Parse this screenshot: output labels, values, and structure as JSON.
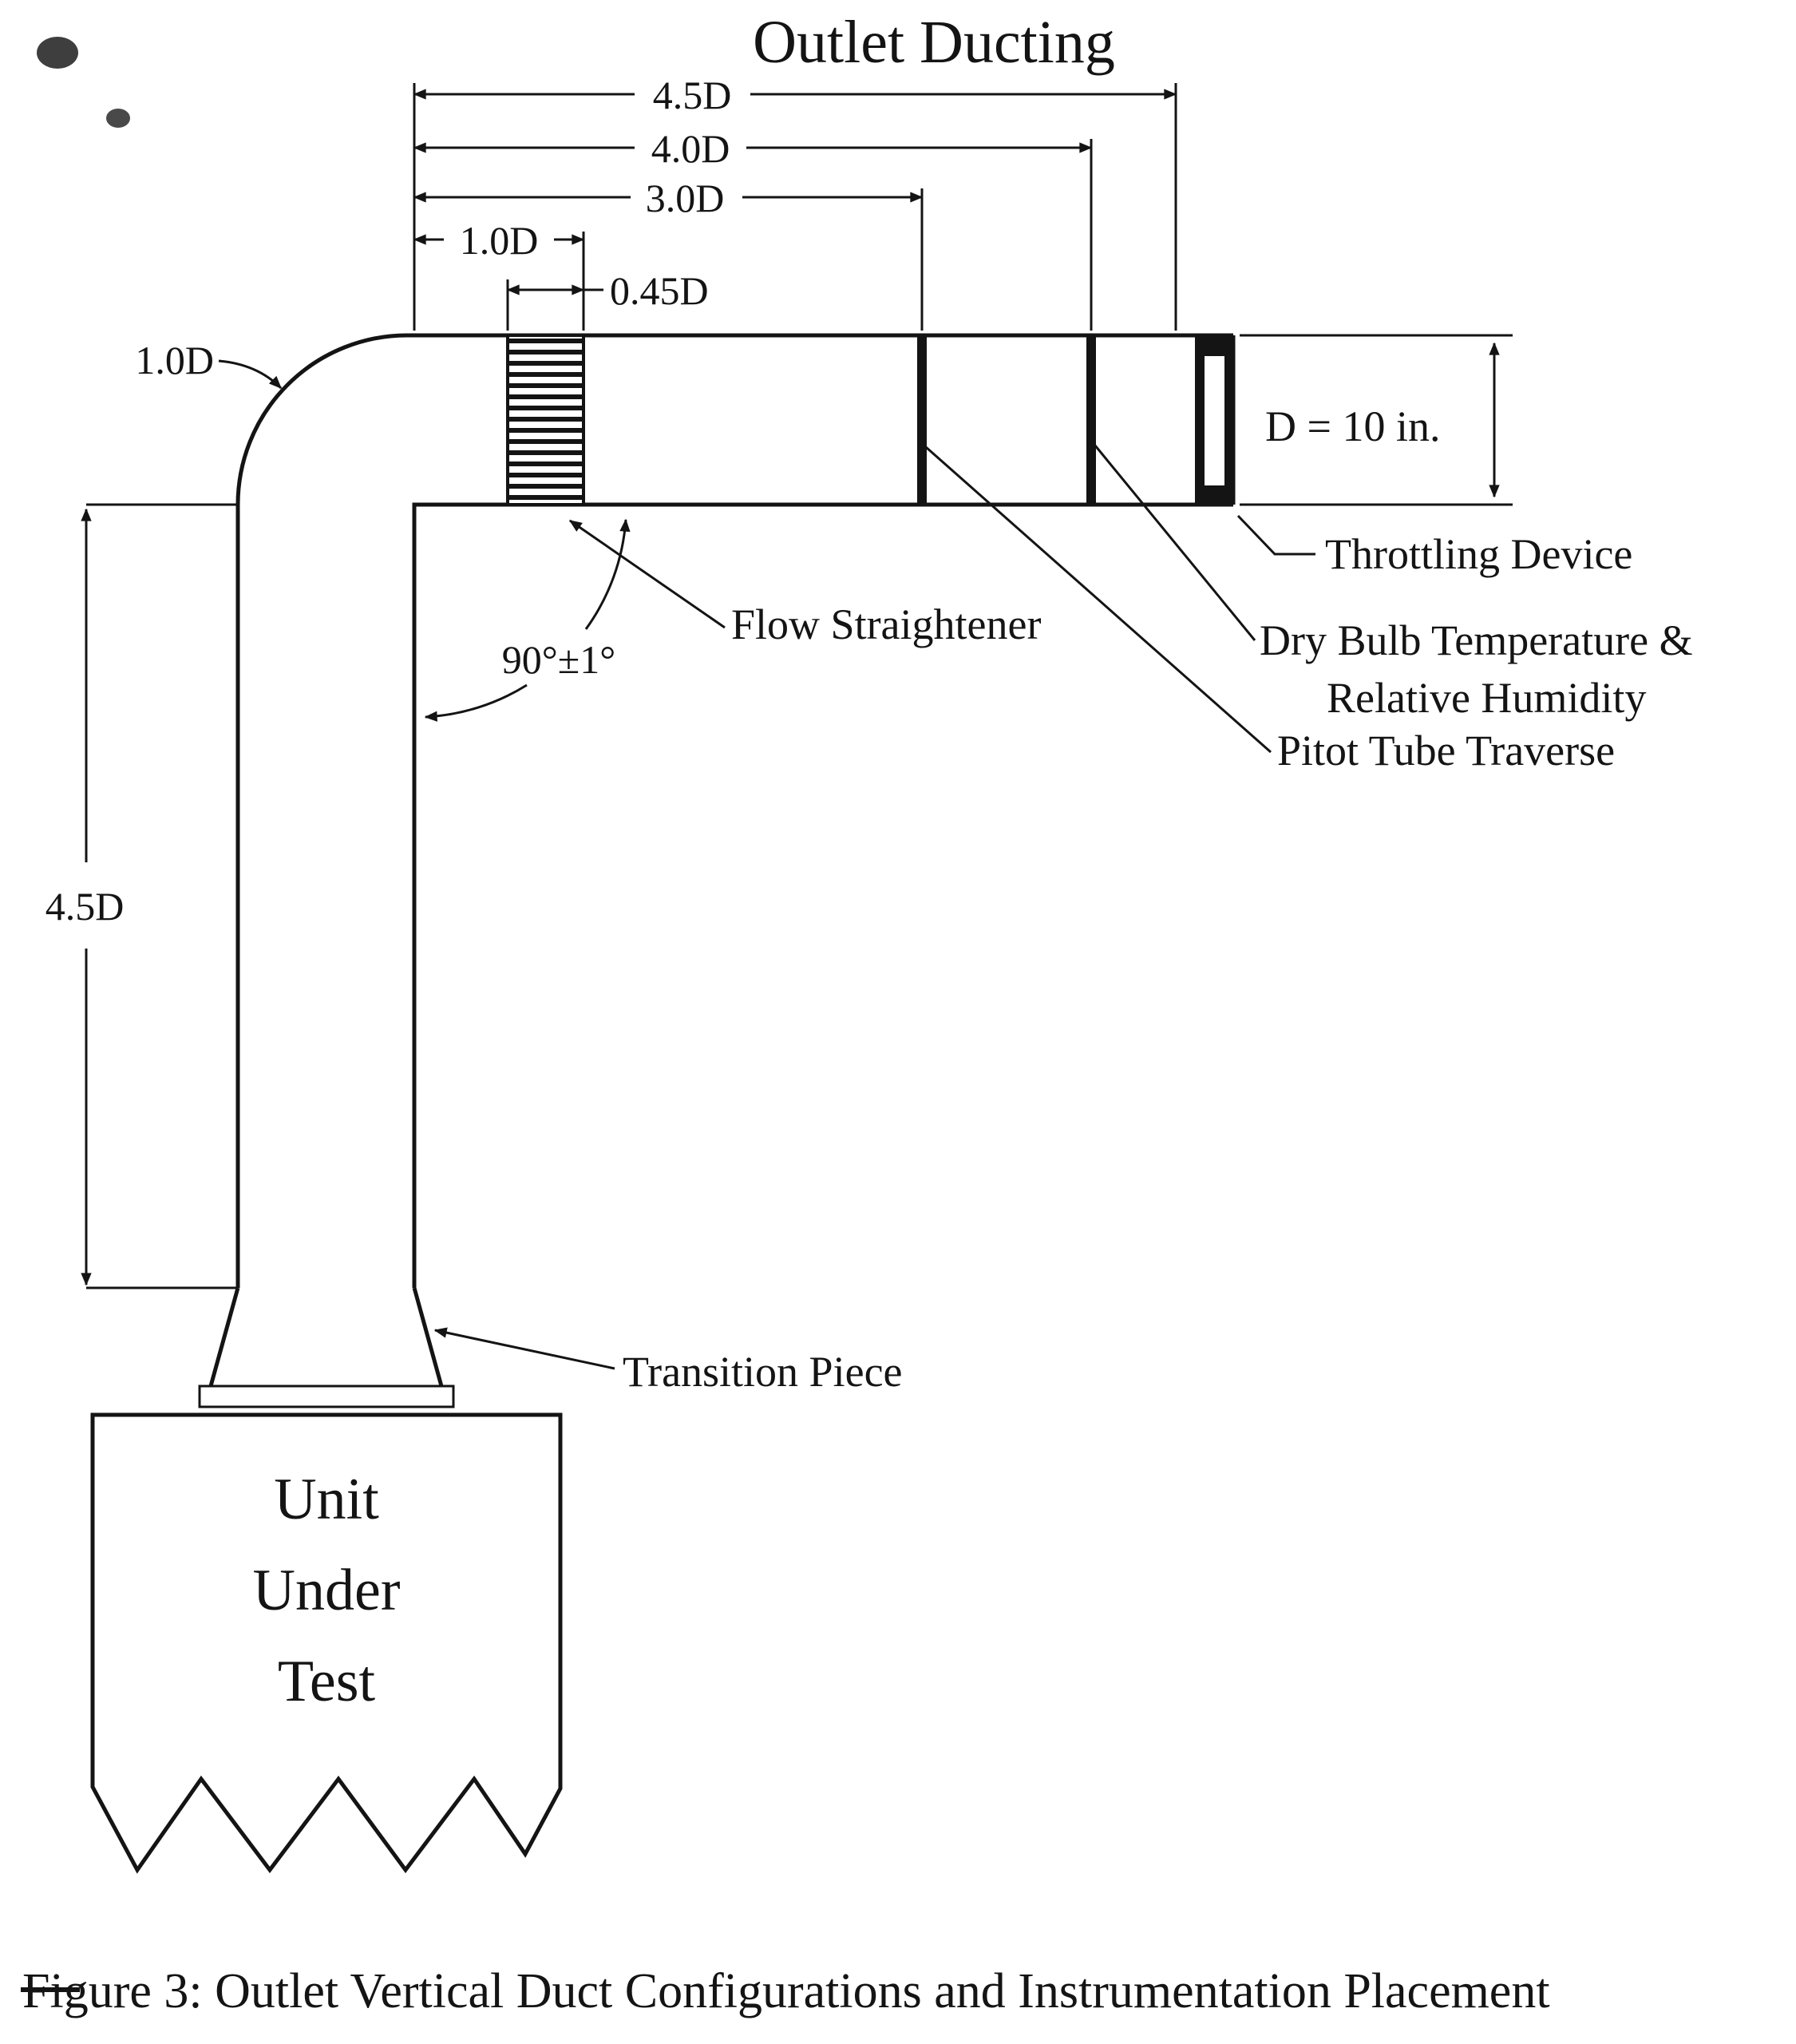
{
  "figure": {
    "title": "Outlet Ducting",
    "caption": "Figure 3: Outlet Vertical Duct Configurations and Instrumentation Placement",
    "dims": {
      "top_45": "4.5D",
      "top_40": "4.0D",
      "top_30": "3.0D",
      "top_10": "1.0D",
      "top_045": "0.45D",
      "corner_radius": "1.0D",
      "left_45": "4.5D",
      "angle": "90°±1°",
      "diameter": "D = 10 in."
    },
    "labels": {
      "flow_straightener": "Flow Straightener",
      "throttling_device": "Throttling Device",
      "dry_bulb_1": "Dry Bulb Temperature &",
      "dry_bulb_2": "Relative Humidity",
      "pitot": "Pitot Tube Traverse",
      "transition": "Transition Piece",
      "unit_1": "Unit",
      "unit_2": "Under",
      "unit_3": "Test"
    }
  }
}
